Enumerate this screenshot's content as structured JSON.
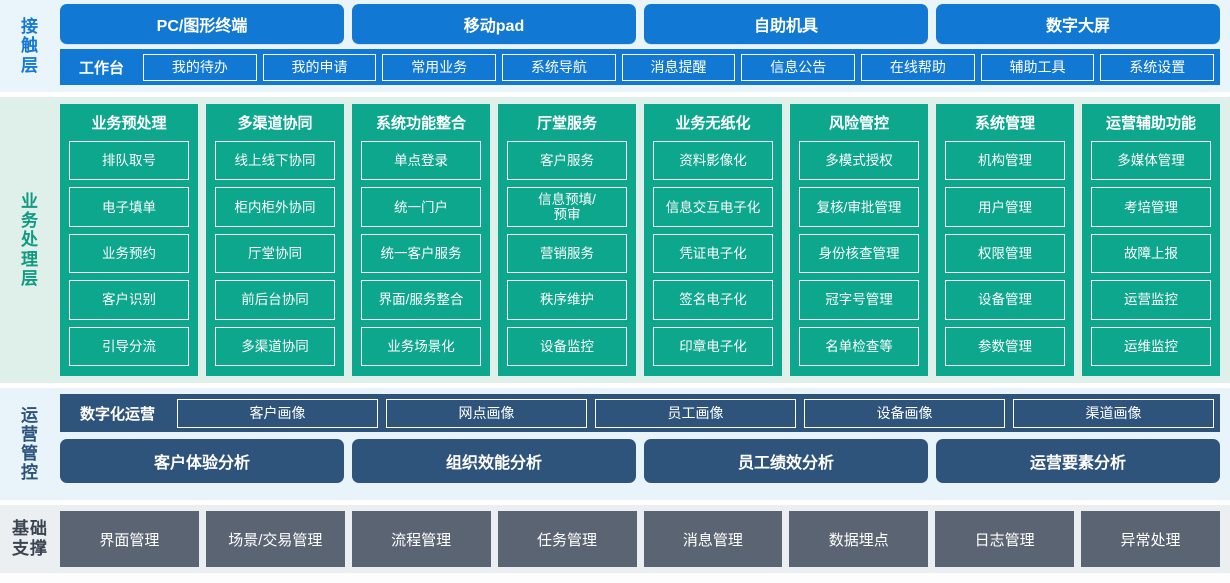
{
  "colors": {
    "contact_accent": "#1178d4",
    "contact_bg": "#eaf4fb",
    "business_accent": "#0ca78c",
    "business_bg": "#dff0ea",
    "ops_accent": "#2f547c",
    "ops_bg": "#e8f3fa",
    "base_accent": "#5b6472",
    "base_bg": "#eceff1",
    "text_on_accent": "#ffffff"
  },
  "layers": [
    {
      "id": "contact",
      "label": "接触层",
      "label_chars": [
        "接",
        "触",
        "层"
      ],
      "channels": [
        "PC/图形终端",
        "移动pad",
        "自助机具",
        "数字大屏"
      ],
      "workbench_label": "工作台",
      "menu_items": [
        "我的待办",
        "我的申请",
        "常用业务",
        "系统导航",
        "消息提醒",
        "信息公告",
        "在线帮助",
        "辅助工具",
        "系统设置"
      ]
    },
    {
      "id": "business",
      "label": "业务处理层",
      "label_chars": [
        "业",
        "务",
        "处",
        "理",
        "层"
      ],
      "columns": [
        {
          "title": "业务预处理",
          "items": [
            "排队取号",
            "电子填单",
            "业务预约",
            "客户识别",
            "引导分流"
          ]
        },
        {
          "title": "多渠道协同",
          "items": [
            "线上线下协同",
            "柜内柜外协同",
            "厅堂协同",
            "前后台协同",
            "多渠道协同"
          ]
        },
        {
          "title": "系统功能整合",
          "items": [
            "单点登录",
            "统一门户",
            "统一客户服务",
            "界面/服务整合",
            "业务场景化"
          ]
        },
        {
          "title": "厅堂服务",
          "items": [
            "客户服务",
            "信息预填/\n预审",
            "营销服务",
            "秩序维护",
            "设备监控"
          ]
        },
        {
          "title": "业务无纸化",
          "items": [
            "资料影像化",
            "信息交互电子化",
            "凭证电子化",
            "签名电子化",
            "印章电子化"
          ]
        },
        {
          "title": "风险管控",
          "items": [
            "多模式授权",
            "复核/审批管理",
            "身份核查管理",
            "冠字号管理",
            "名单检查等"
          ]
        },
        {
          "title": "系统管理",
          "items": [
            "机构管理",
            "用户管理",
            "权限管理",
            "设备管理",
            "参数管理"
          ]
        },
        {
          "title": "运营辅助功能",
          "items": [
            "多媒体管理",
            "考培管理",
            "故障上报",
            "运营监控",
            "运维监控"
          ]
        }
      ]
    },
    {
      "id": "ops",
      "label": "运营管控",
      "label_chars": [
        "运",
        "营",
        "管",
        "控"
      ],
      "digital_ops_label": "数字化运营",
      "portraits": [
        "客户画像",
        "网点画像",
        "员工画像",
        "设备画像",
        "渠道画像"
      ],
      "analyses": [
        "客户体验分析",
        "组织效能分析",
        "员工绩效分析",
        "运营要素分析"
      ]
    },
    {
      "id": "base",
      "label": "基础支撑",
      "label_lines": [
        "基础",
        "支撑"
      ],
      "items": [
        "界面管理",
        "场景/交易管理",
        "流程管理",
        "任务管理",
        "消息管理",
        "数据埋点",
        "日志管理",
        "异常处理"
      ]
    }
  ]
}
